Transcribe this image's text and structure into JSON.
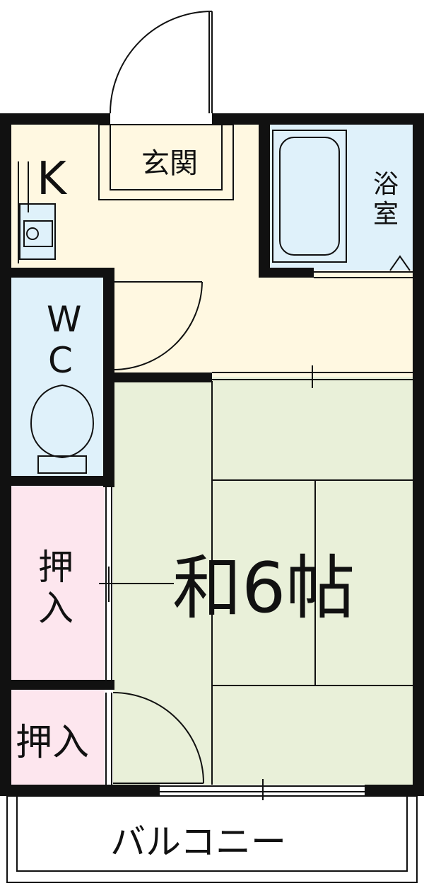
{
  "rooms": {
    "kitchen": "K",
    "entrance": "玄関",
    "bath_line1": "浴",
    "bath_line2": "室",
    "wc_line1": "W",
    "wc_line2": "C",
    "washitsu": "和6帖",
    "closet_upper_line1": "押",
    "closet_upper_line2": "入",
    "closet_lower": "押入",
    "balcony": "バルコニー"
  },
  "colors": {
    "kitchen_floor": "#fff8e1",
    "wet_area_floor": "#dff1fa",
    "tatami_floor": "#e9f0d9",
    "closet_floor": "#fde6ee",
    "wall": "#111111"
  }
}
